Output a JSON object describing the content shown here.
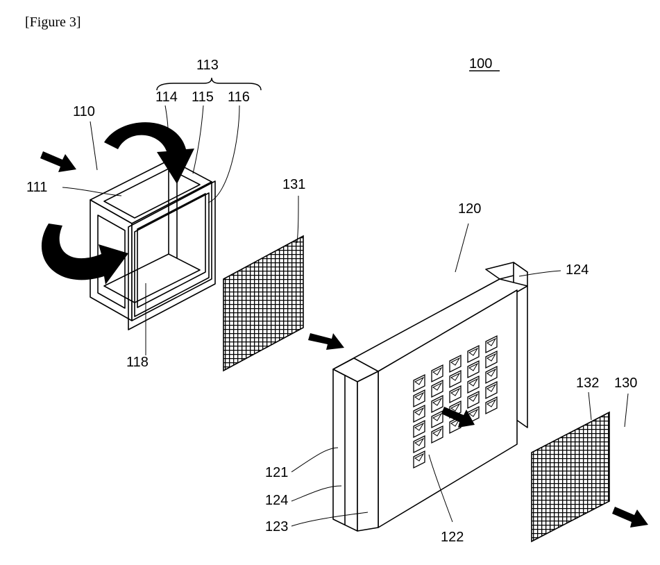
{
  "figure": {
    "caption": "[Figure 3]",
    "assembly_ref": "100"
  },
  "labels": {
    "l113": "113",
    "l114": "114",
    "l115": "115",
    "l116": "116",
    "l110": "110",
    "l111": "111",
    "l118": "118",
    "l131": "131",
    "l120": "120",
    "l124a": "124",
    "l132": "132",
    "l130": "130",
    "l121": "121",
    "l124b": "124",
    "l123": "123",
    "l122": "122"
  },
  "colors": {
    "ink": "#000000",
    "paper": "#ffffff"
  }
}
